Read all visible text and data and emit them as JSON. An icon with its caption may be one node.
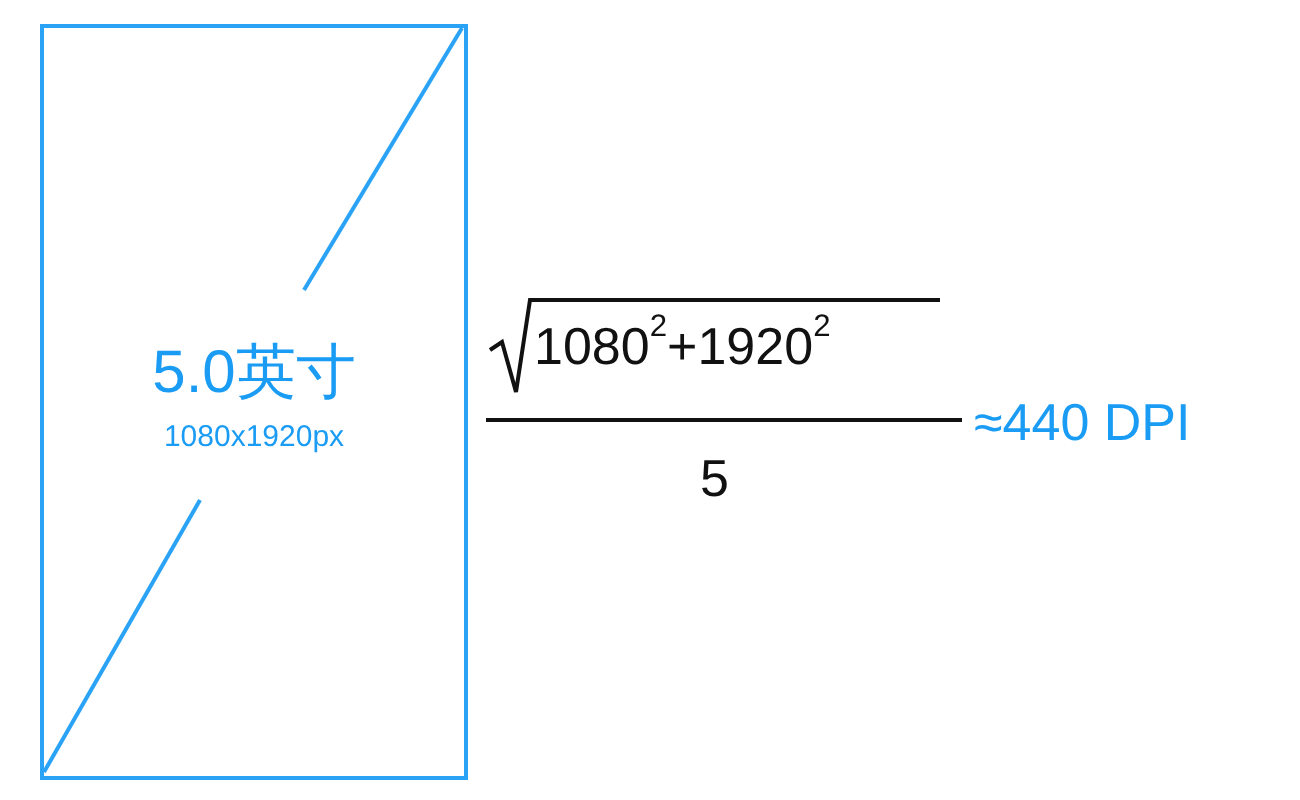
{
  "diagram": {
    "nodes": [
      {
        "text": [
          "5.0英寸",
          "1080x1920px"
        ]
      }
    ],
    "labels": [
      "1080$^{2}$+1920$^{2}$",
      "5",
      "≈440 DPI"
    ]
  }
}
